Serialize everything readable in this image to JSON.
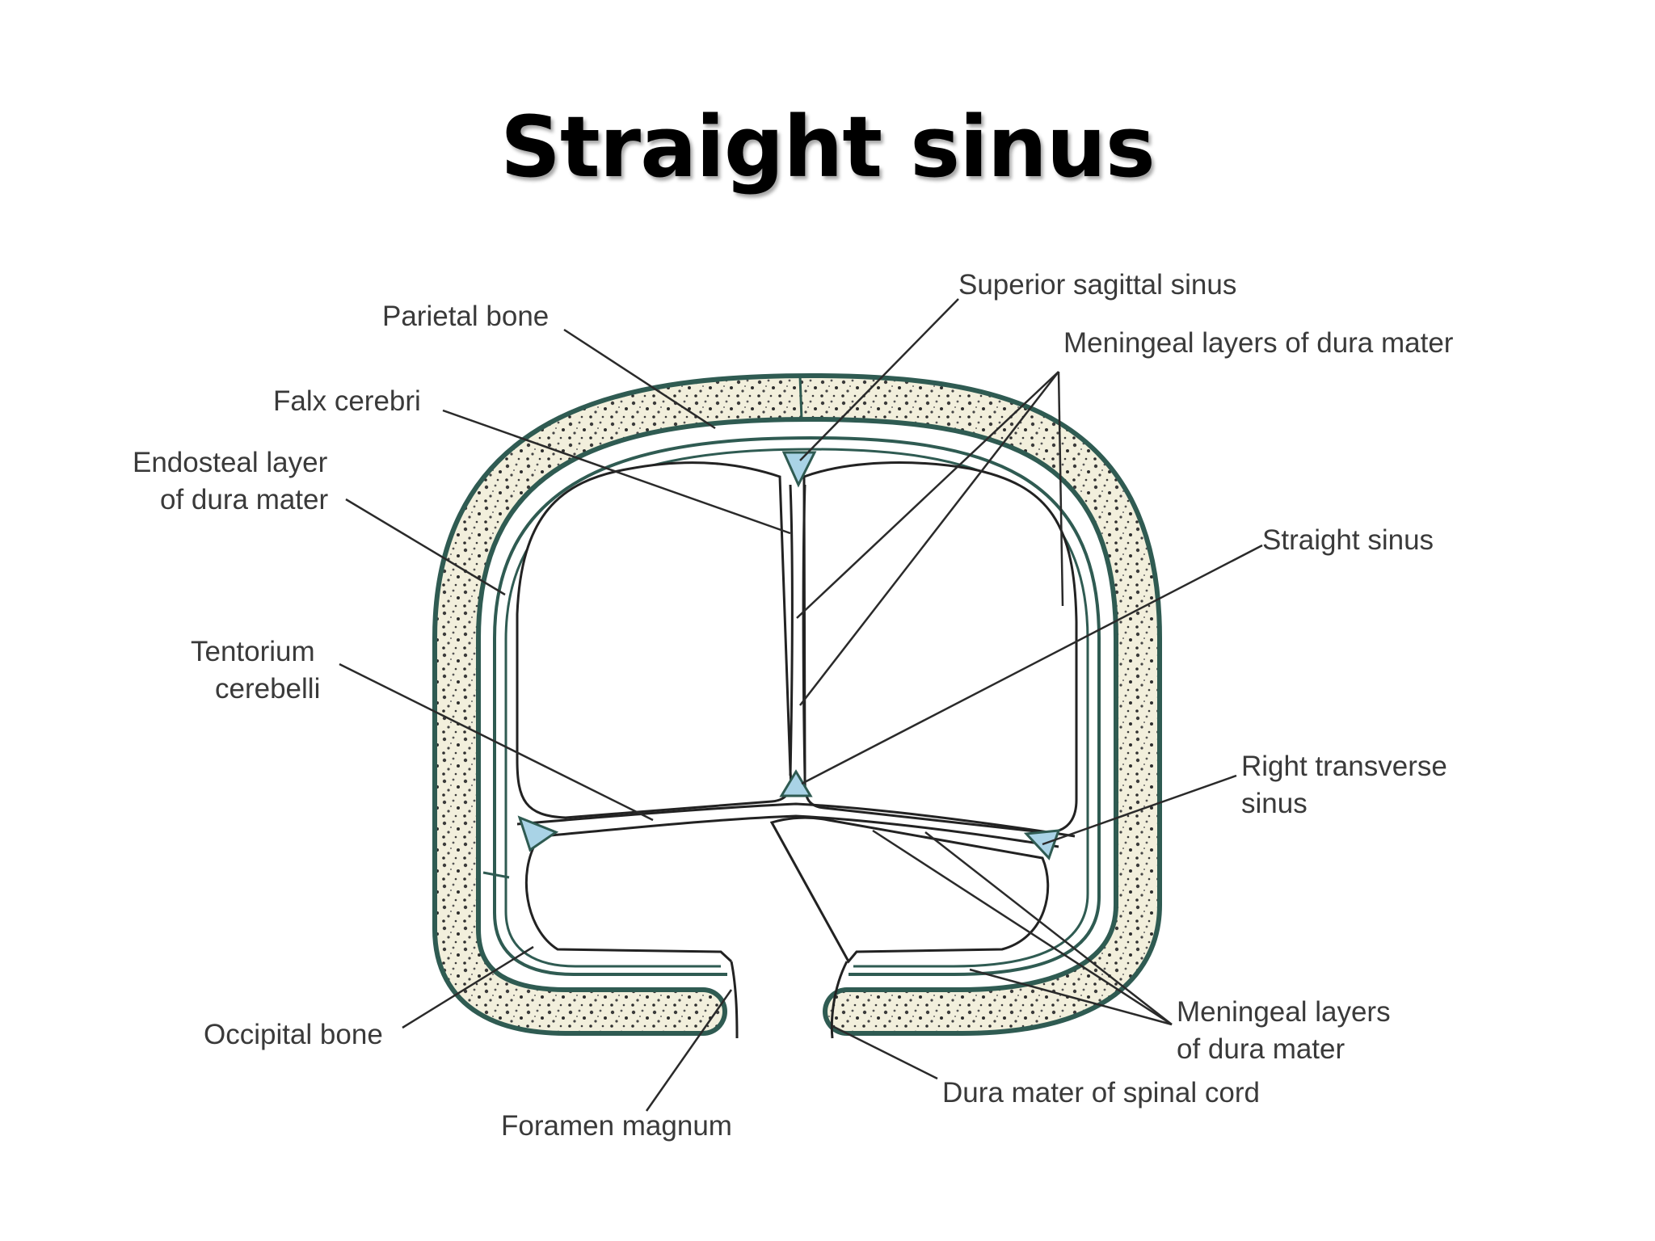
{
  "title": "Straight sinus",
  "colors": {
    "bone_fill": "#f2efdc",
    "membrane_stroke": "#2f5b52",
    "sinus_fill": "#a9d3e6",
    "leader_line": "#2a2a2a",
    "label_text": "#3a3a3a"
  },
  "labels": {
    "parietal_bone": "Parietal bone",
    "falx_cerebri": "Falx cerebri",
    "endosteal_layer_line1": "Endosteal layer",
    "endosteal_layer_line2": "of dura mater",
    "tentorium_line1": "Tentorium",
    "tentorium_line2": "cerebelli",
    "occipital_bone": "Occipital bone",
    "foramen_magnum": "Foramen magnum",
    "superior_sagittal_sinus": "Superior sagittal sinus",
    "meningeal_layers_top": "Meningeal layers of dura mater",
    "straight_sinus": "Straight sinus",
    "right_transverse_line1": "Right transverse",
    "right_transverse_line2": "sinus",
    "meningeal_layers_bottom_line1": "Meningeal layers",
    "meningeal_layers_bottom_line2": "of dura mater",
    "dura_mater_spinal_cord": "Dura mater of spinal cord"
  }
}
